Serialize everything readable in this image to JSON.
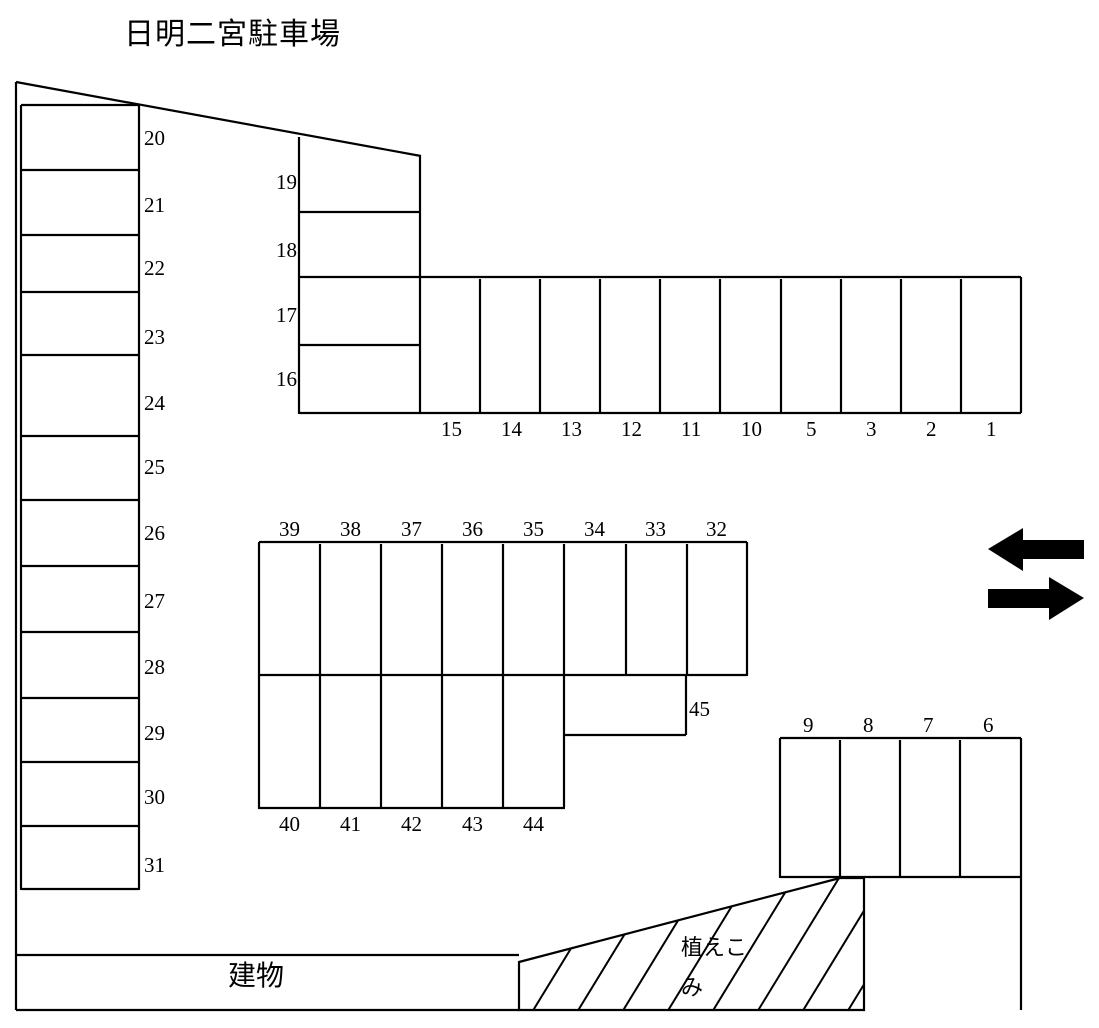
{
  "title": "日明二宮駐車場",
  "labels": {
    "building": "建物",
    "plant_bed_line1": "植えこ",
    "plant_bed_line2": "み"
  },
  "colors": {
    "line": "#000000",
    "arrow": "#000000",
    "background": "#ffffff"
  },
  "left_column": {
    "name": "left-parking-column",
    "stalls": [
      "20",
      "21",
      "22",
      "23",
      "24",
      "25",
      "26",
      "27",
      "28",
      "29",
      "30",
      "31"
    ]
  },
  "upper_left_block": {
    "name": "stalls-16-19-block",
    "stalls": [
      "19",
      "18",
      "17",
      "16"
    ]
  },
  "top_row": {
    "name": "top-parking-row",
    "stalls": [
      "15",
      "14",
      "13",
      "12",
      "11",
      "10",
      "5",
      "3",
      "2",
      "1"
    ]
  },
  "middle_block": {
    "name": "middle-parking-block",
    "top_stalls": [
      "39",
      "38",
      "37",
      "36",
      "35",
      "34",
      "33",
      "32"
    ],
    "bottom_stalls": [
      "40",
      "41",
      "42",
      "43",
      "44"
    ],
    "wide_stall": "45"
  },
  "bottom_right_block": {
    "name": "bottom-right-parking-row",
    "stalls": [
      "9",
      "8",
      "7",
      "6"
    ]
  },
  "arrows": {
    "left_arrow": "arrow-left",
    "right_arrow": "arrow-right"
  }
}
